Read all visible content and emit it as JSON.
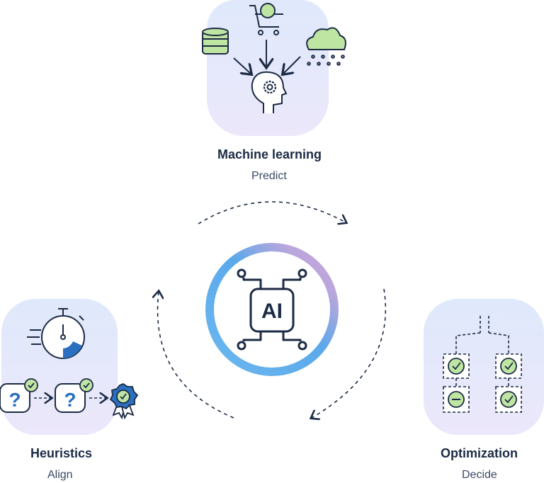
{
  "center": {
    "label": "AI"
  },
  "nodes": {
    "machine_learning": {
      "title": "Machine learning",
      "subtitle": "Predict"
    },
    "heuristics": {
      "title": "Heuristics",
      "subtitle": "Align"
    },
    "optimization": {
      "title": "Optimization",
      "subtitle": "Decide"
    }
  },
  "icons": {
    "machine_learning": [
      "database-icon",
      "shopping-cart-icon",
      "rain-cloud-icon",
      "head-gear-icon"
    ],
    "heuristics": [
      "stopwatch-icon",
      "question-block-icon",
      "award-badge-icon"
    ],
    "optimization": [
      "decision-tree-icon",
      "check-circle-icon",
      "minus-circle-icon"
    ]
  },
  "colors": {
    "dark": "#1c2b45",
    "green": "#bfe5a2",
    "blue": "#2a6fc0",
    "ring_light": "#6bb7f0",
    "ring_purple": "#c9a8dc",
    "blob": "#e5e9fb"
  }
}
